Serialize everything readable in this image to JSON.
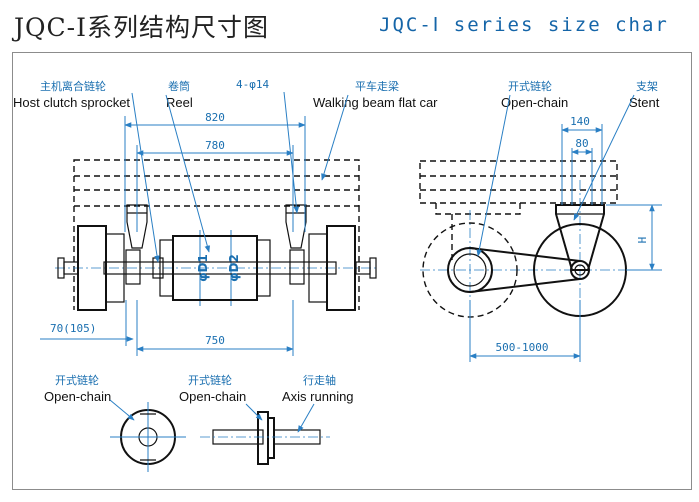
{
  "title": {
    "cn": "JQC-Ⅰ系列结构尺寸图",
    "en": "JQC-Ⅰ series size char"
  },
  "labels": {
    "host_clutch_cn": "主机离合链轮",
    "host_clutch_en": "Host clutch sprocket",
    "reel_cn": "卷筒",
    "reel_en": "Reel",
    "holes": "4-φ14",
    "walking_cn": "平车走梁",
    "walking_en": "Walking beam flat car",
    "open_chain_cn": "开式链轮",
    "open_chain_en": "Open-chain",
    "stent_cn": "支架",
    "stent_en": "Stent",
    "open_chain2_cn": "开式链轮",
    "open_chain2_en": "Open-chain",
    "open_chain3_cn": "开式链轮",
    "open_chain3_en": "Open-chain",
    "axis_cn": "行走轴",
    "axis_en": "Axis running"
  },
  "dimensions": {
    "d820": "820",
    "d780": "780",
    "d750": "750",
    "d70": "70(105)",
    "d140": "140",
    "d80": "80",
    "dH": "H",
    "d500": "500-1000",
    "phiD1": "φD1",
    "phiD2": "φD2"
  }
}
